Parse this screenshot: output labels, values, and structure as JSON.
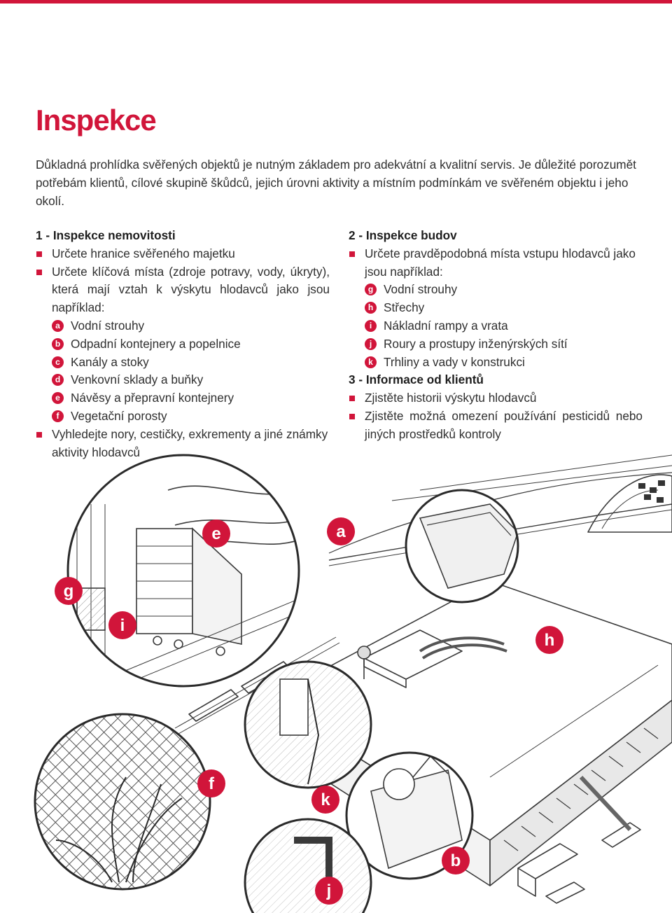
{
  "title": "Inspekce",
  "intro": "Důkladná prohlídka svěřených objektů je nutným základem pro adekvátní a kvalitní servis. Je důležité porozumět potřebám klientů, cílové skupině škůdců, jejich úrovni aktivity a místním podmínkám ve svěřeném objektu i jeho okolí.",
  "section1": {
    "title": "1 - Inspekce nemovitosti",
    "bullet1": "Určete hranice svěřeného majetku",
    "bullet2": "Určete klíčová místa (zdroje potravy, vody, úkryty), která mají vztah k výskytu hlodavců jako jsou například:",
    "items": [
      {
        "letter": "a",
        "text": "Vodní strouhy"
      },
      {
        "letter": "b",
        "text": "Odpadní kontejnery a popelnice"
      },
      {
        "letter": "c",
        "text": "Kanály a stoky"
      },
      {
        "letter": "d",
        "text": "Venkovní sklady a buňky"
      },
      {
        "letter": "e",
        "text": "Návěsy a přepravní kontejnery"
      },
      {
        "letter": "f",
        "text": "Vegetační porosty"
      }
    ],
    "bullet3": "Vyhledejte nory, cestičky, exkrementy a jiné známky aktivity hlodavců"
  },
  "section2": {
    "title": "2 - Inspekce budov",
    "bullet1": "Určete pravděpodobná místa vstupu hlodavců jako jsou například:",
    "items": [
      {
        "letter": "g",
        "text": "Vodní strouhy"
      },
      {
        "letter": "h",
        "text": "Střechy"
      },
      {
        "letter": "i",
        "text": "Nákladní rampy a vrata"
      },
      {
        "letter": "j",
        "text": "Roury a prostupy inženýrských sítí"
      },
      {
        "letter": "k",
        "text": "Trhliny a vady v konstrukci"
      }
    ]
  },
  "section3": {
    "title": "3 - Informace od klientů",
    "bullet1": "Zjistěte historii výskytu hlodavců",
    "bullet2": "Zjistěte možná omezení používání pesticidů nebo jiných prostředků kontroly"
  },
  "illustration": {
    "badges": [
      "e",
      "a",
      "g",
      "i",
      "h",
      "f",
      "k",
      "b",
      "j"
    ]
  },
  "colors": {
    "accent": "#d1153a",
    "text": "#2f2f2f",
    "line": "#3a3a3a"
  }
}
